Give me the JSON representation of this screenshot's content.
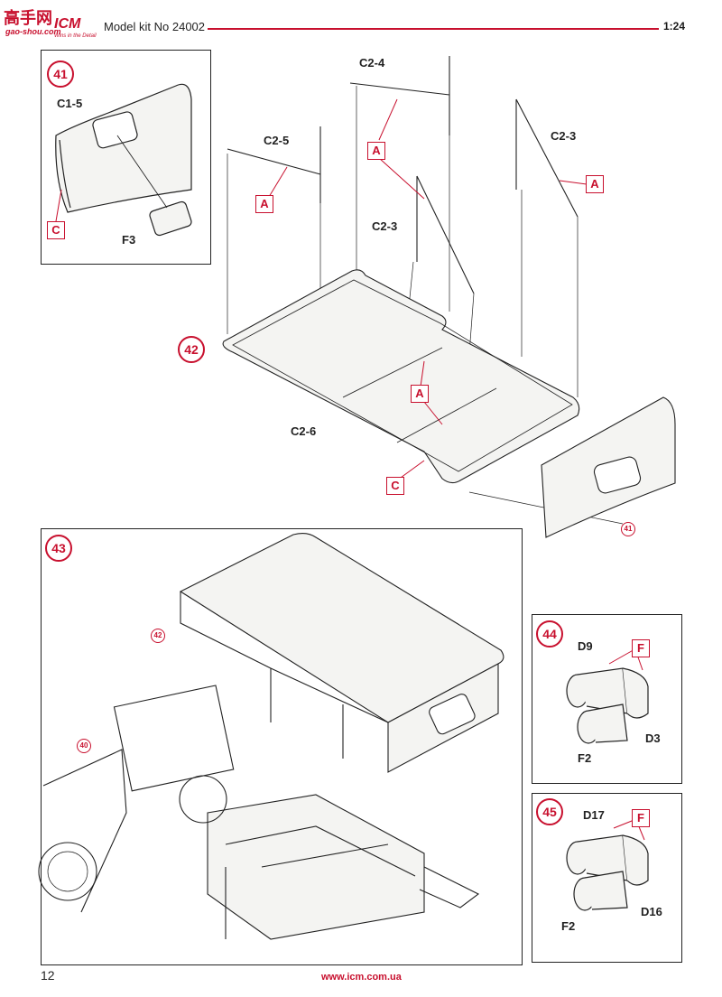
{
  "header": {
    "logo_text": "高手网",
    "site": "gao-shou.com",
    "brand": "ICM",
    "tagline": "Wins in the Detail",
    "title": "Model kit No 24002",
    "scale": "1:24"
  },
  "footer": {
    "page_number": "12",
    "url": "www.icm.com.ua"
  },
  "step41": {
    "number": "41",
    "parts": [
      "C1-5",
      "F3"
    ],
    "tag": "C"
  },
  "step42": {
    "number": "42",
    "parts": [
      "C2-4",
      "C2-5",
      "C2-3",
      "C2-3",
      "C2-6"
    ],
    "tags": [
      "A",
      "A",
      "A",
      "A",
      "C"
    ],
    "ref": "41"
  },
  "step43": {
    "number": "43",
    "refs": [
      "42",
      "40"
    ]
  },
  "step44": {
    "number": "44",
    "parts": [
      "D9",
      "D3",
      "F2"
    ],
    "tag": "F"
  },
  "step45": {
    "number": "45",
    "parts": [
      "D17",
      "D16",
      "F2"
    ],
    "tag": "F"
  },
  "colors": {
    "accent": "#c8102e",
    "line": "#222222",
    "part_fill": "#f4f4f2"
  }
}
